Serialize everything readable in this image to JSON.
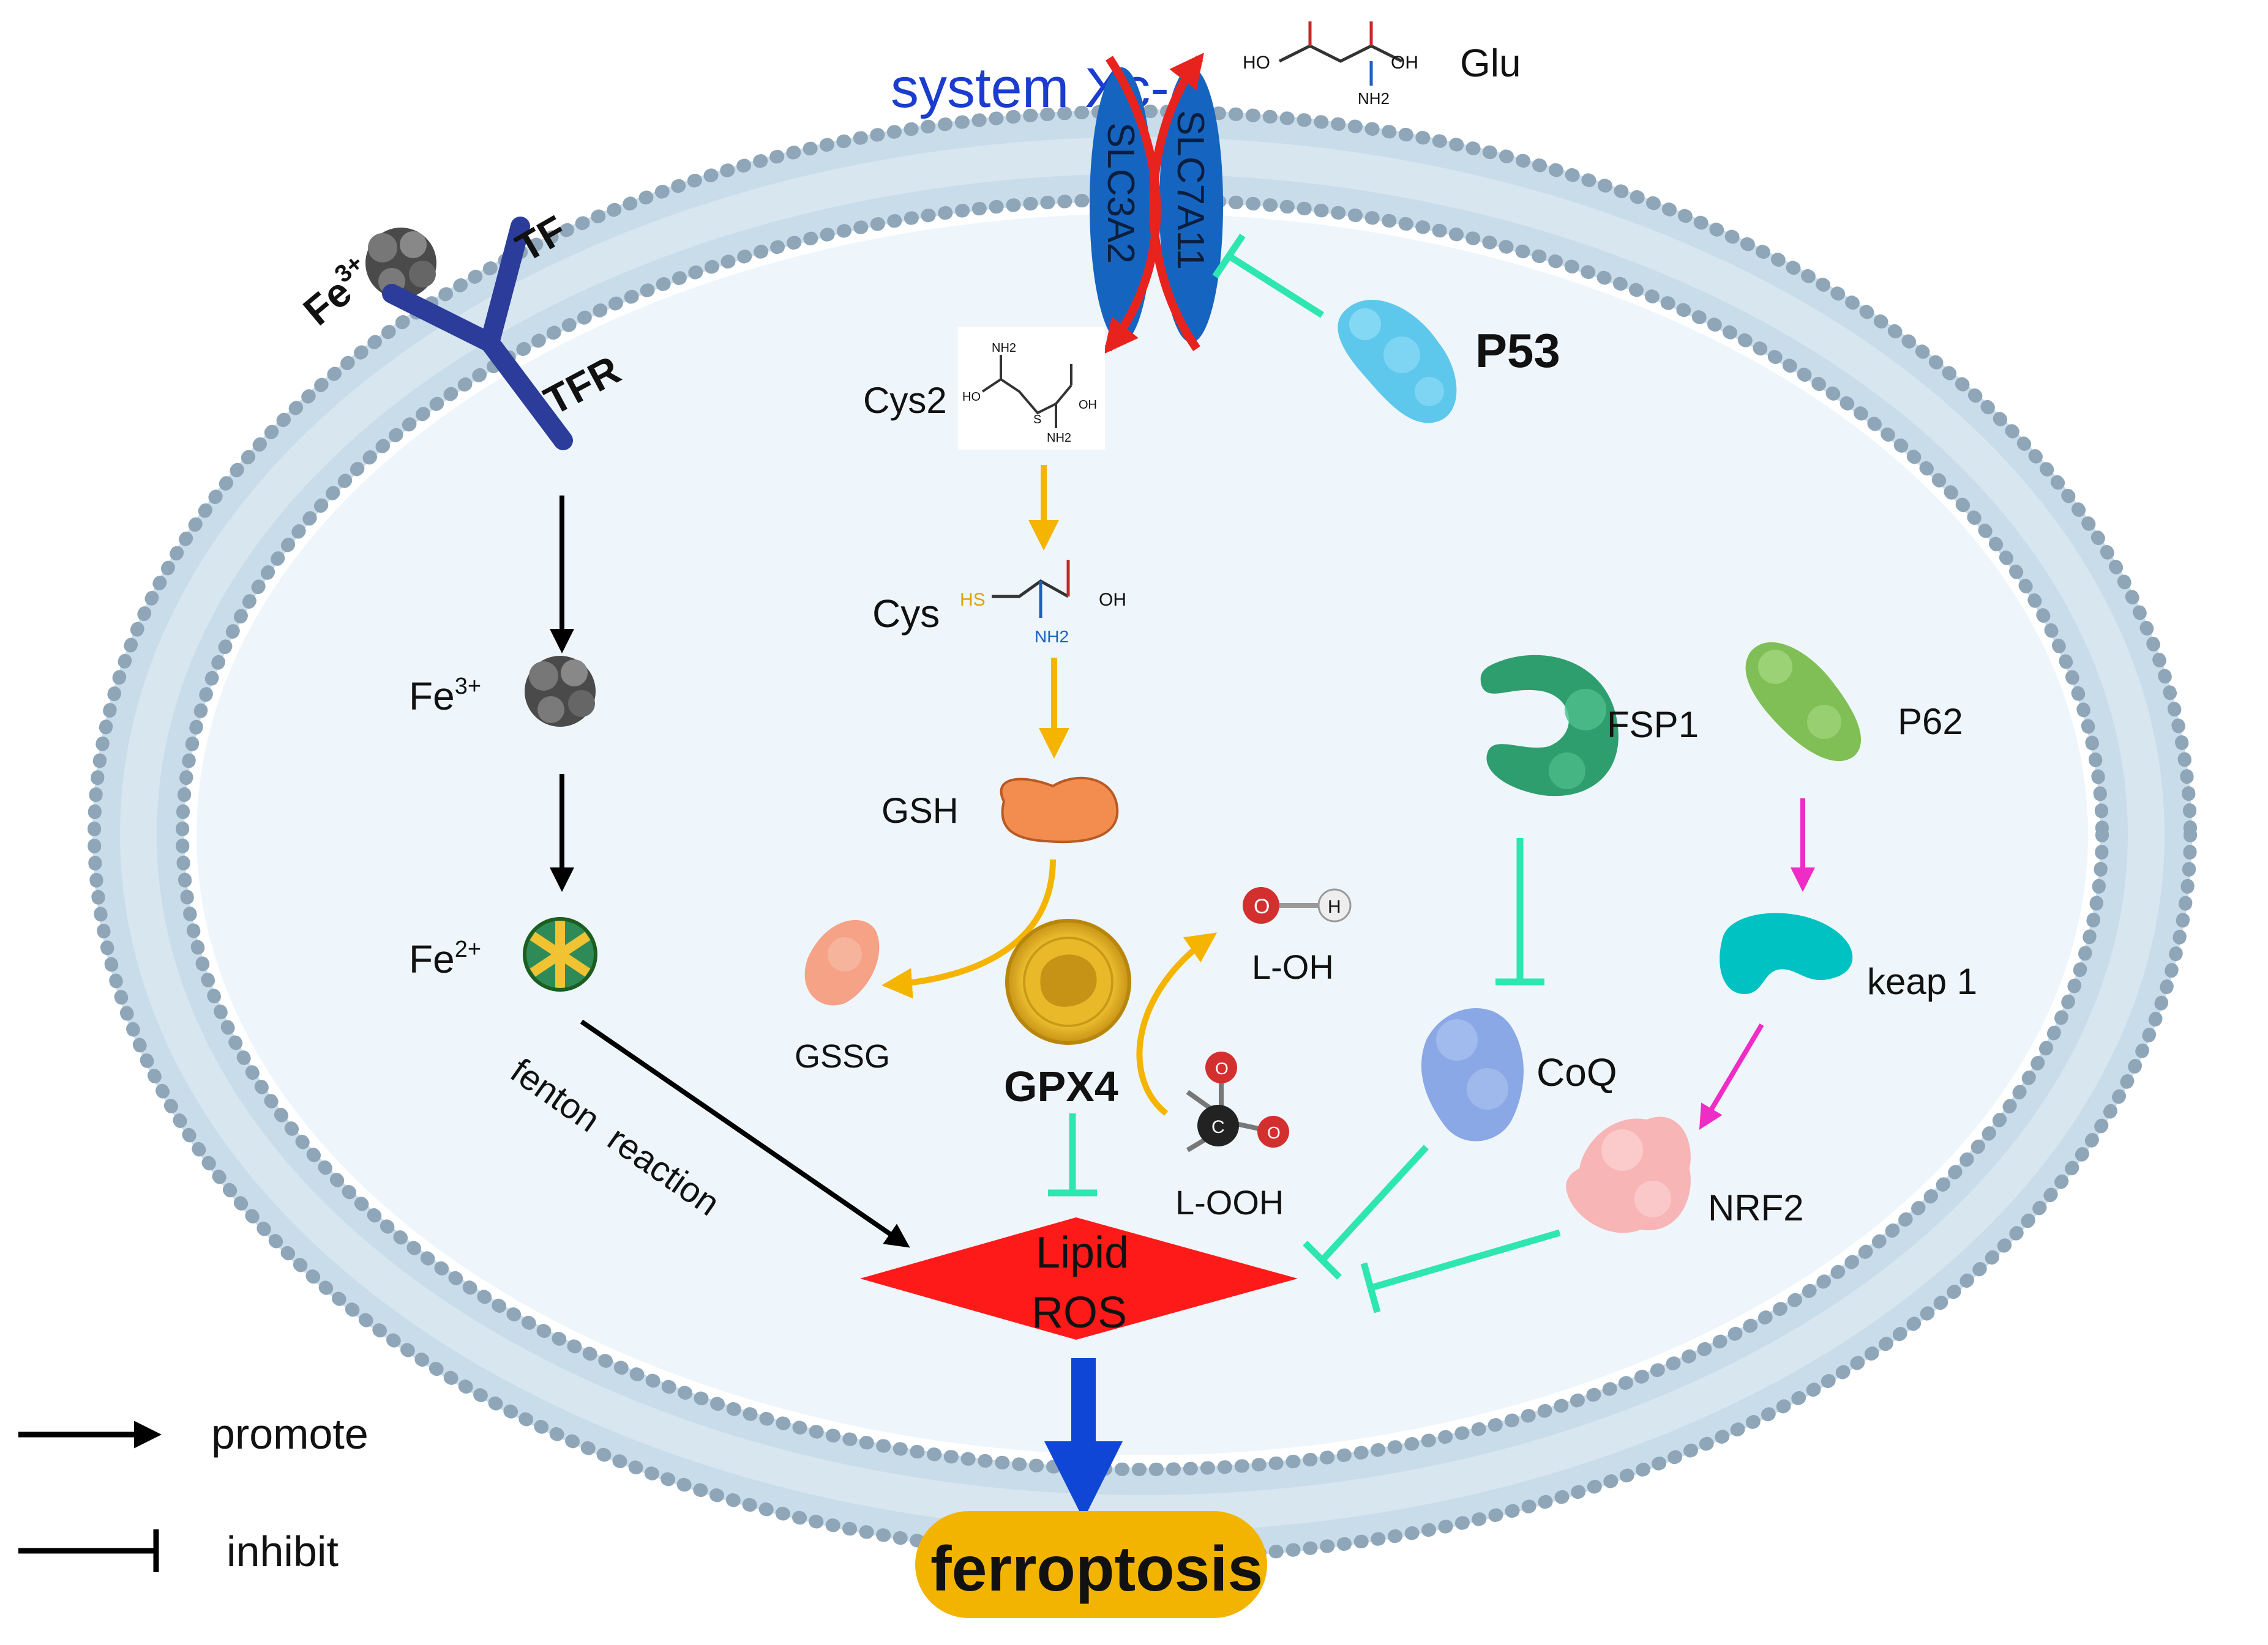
{
  "colors": {
    "membrane": "#8fa6b8",
    "cytoplasm": "#eef6fb",
    "promote": "#000000",
    "inhibit_teal": "#2ee6b0",
    "transport_red": "#e8231e",
    "pathway_orange": "#f5b400",
    "regulation_magenta": "#ee2cc6",
    "lipid_ros": "#ff1a1a",
    "ferroptosis_fill": "#f3b400",
    "transporter_blue": "#1565c0",
    "system_xc_text": "#1a3ccf",
    "final_arrow": "#1046d6"
  },
  "labels": {
    "system_xc": "system Xc-",
    "slc3a2": "SLC3A2",
    "slc7a11": "SLC7A11",
    "glu": "Glu",
    "tf": "TF",
    "tfr": "TFR",
    "fe3_outer_base": "Fe",
    "fe3_outer_sup": "3+",
    "p53": "P53",
    "cys2": "Cys2",
    "cys": "Cys",
    "gsh": "GSH",
    "gssg": "GSSG",
    "gpx4": "GPX4",
    "l_oh": "L-OH",
    "l_ooh": "L-OOH",
    "fe3_base": "Fe",
    "fe3_sup": "3+",
    "fe2_base": "Fe",
    "fe2_sup": "2+",
    "fenton_reaction": "fenton  reaction",
    "fsp1": "FSP1",
    "p62": "P62",
    "keap1": "keap 1",
    "coq": "CoQ",
    "nrf2": "NRF2",
    "lipid": "Lipid",
    "ros": "ROS",
    "ferroptosis": "ferroptosis"
  },
  "molecule_atoms": {
    "glu_ho": "HO",
    "glu_oh": "OH",
    "glu_nh2": "NH2",
    "cys2_nh2_top": "NH2",
    "cys2_ho": "HO",
    "cys2_s": "S",
    "cys2_oh": "OH",
    "cys2_nh2_bottom": "NH2",
    "cys_hs": "HS",
    "cys_oh": "OH",
    "cys_nh2": "NH2",
    "o_atom": "O",
    "h_atom": "H",
    "c_atom": "C"
  },
  "legend": {
    "promote": "promote",
    "inhibit": "inhibit"
  },
  "icons": {
    "ferritin": "ferritin-cluster-icon",
    "transferrin_receptor": "y-shaped-receptor-icon",
    "enzyme": "protein-blob-icon"
  }
}
